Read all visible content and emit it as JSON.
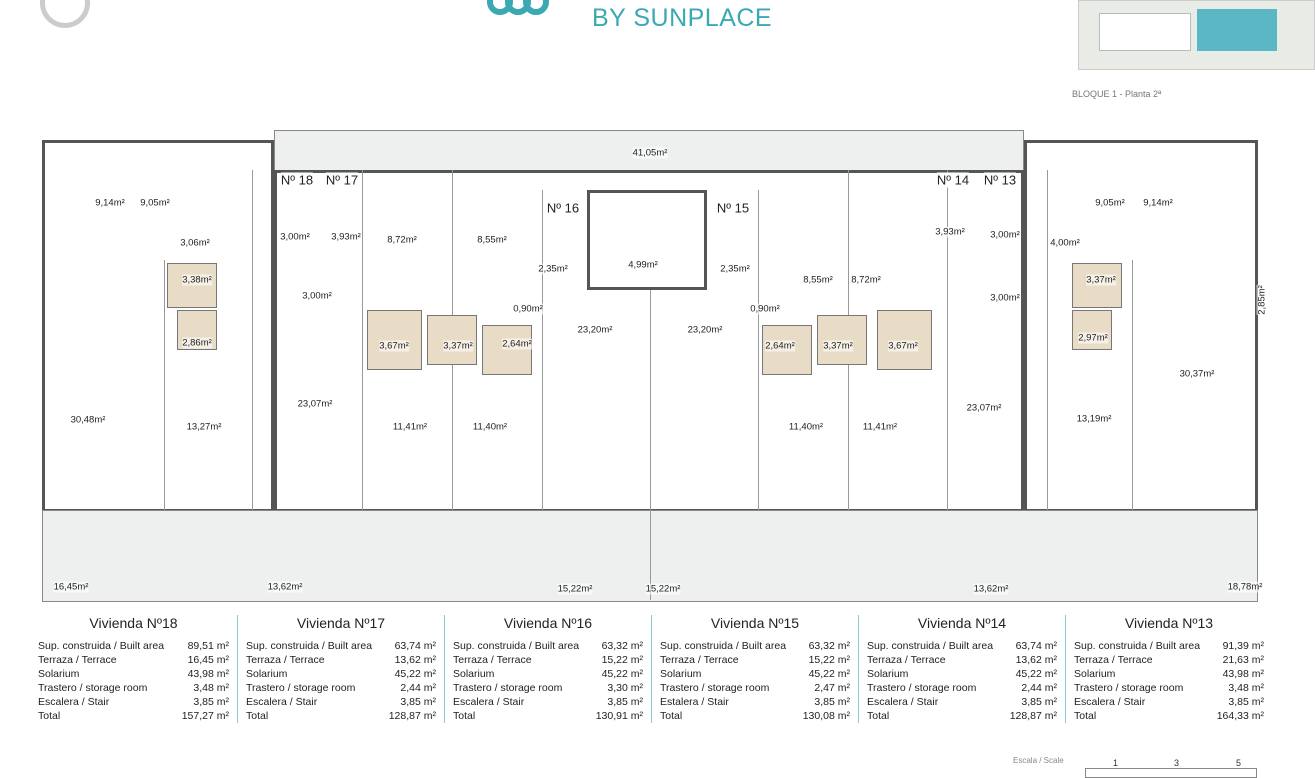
{
  "header": {
    "brand": "BY SUNPLACE",
    "block_label": "BLOQUE 1 - Planta 2ª",
    "accent": "#3aa9b4"
  },
  "plan": {
    "units": [
      "Nº 18",
      "Nº 17",
      "Nº 16",
      "Nº 15",
      "Nº 14",
      "Nº 13"
    ],
    "areas": [
      "41,05m²",
      "9,14m²",
      "9,05m²",
      "3,06m²",
      "3,00m²",
      "3,93m²",
      "8,72m²",
      "8,55m²",
      "2,35m²",
      "4,99m²",
      "2,35m²",
      "8,55m²",
      "8,72m²",
      "3,93m²",
      "3,00m²",
      "4,00m²",
      "9,05m²",
      "9,14m²",
      "3,38m²",
      "3,00m²",
      "0,90m²",
      "23,20m²",
      "23,20m²",
      "0,90m²",
      "3,00m²",
      "3,37m²",
      "2,85m²",
      "2,86m²",
      "3,67m²",
      "3,37m²",
      "2,64m²",
      "2,64m²",
      "3,37m²",
      "3,67m²",
      "2,97m²",
      "23,07m²",
      "23,07m²",
      "30,48m²",
      "30,37m²",
      "13,27m²",
      "11,41m²",
      "11,40m²",
      "11,40m²",
      "11,41m²",
      "13,19m²",
      "16,45m²",
      "13,62m²",
      "15,22m²",
      "15,22m²",
      "13,62m²",
      "18,78m²"
    ]
  },
  "tables": [
    {
      "title": "Vivienda Nº18",
      "rows": [
        [
          "Sup. construida / Built area",
          "89,51 m²"
        ],
        [
          "Terraza / Terrace",
          "16,45 m²"
        ],
        [
          "Solarium",
          "43,98 m²"
        ],
        [
          "Trastero / storage room",
          "3,48 m²"
        ],
        [
          "Escalera / Stair",
          "3,85 m²"
        ],
        [
          "Total",
          "157,27 m²"
        ]
      ]
    },
    {
      "title": "Vivienda Nº17",
      "rows": [
        [
          "Sup. construida / Built area",
          "63,74 m²"
        ],
        [
          "Terraza / Terrace",
          "13,62 m²"
        ],
        [
          "Solarium",
          "45,22 m²"
        ],
        [
          "Trastero / storage room",
          "2,44 m²"
        ],
        [
          "Escalera / Stair",
          "3,85 m²"
        ],
        [
          "Total",
          "128,87 m²"
        ]
      ]
    },
    {
      "title": "Vivienda Nº16",
      "rows": [
        [
          "Sup. construida / Built area",
          "63,32 m²"
        ],
        [
          "Terraza / Terrace",
          "15,22 m²"
        ],
        [
          "Solarium",
          "45,22 m²"
        ],
        [
          "Trastero / storage room",
          "3,30 m²"
        ],
        [
          "Escalera / Stair",
          "3,85 m²"
        ],
        [
          "Total",
          "130,91 m²"
        ]
      ]
    },
    {
      "title": "Vivienda Nº15",
      "rows": [
        [
          "Sup. construida / Built area",
          "63,32 m²"
        ],
        [
          "Terraza / Terrace",
          "15,22 m²"
        ],
        [
          "Solarium",
          "45,22 m²"
        ],
        [
          "Trastero / storage room",
          "2,47 m²"
        ],
        [
          "Estalera / Stair",
          "3,85 m²"
        ],
        [
          "Total",
          "130,08 m²"
        ]
      ]
    },
    {
      "title": "Vivienda Nº14",
      "rows": [
        [
          "Sup. construida / Built area",
          "63,74 m²"
        ],
        [
          "Terraza / Terrace",
          "13,62 m²"
        ],
        [
          "Solarium",
          "45,22 m²"
        ],
        [
          "Trastero / storage room",
          "2,44 m²"
        ],
        [
          "Escalera / Stair",
          "3,85 m²"
        ],
        [
          "Total",
          "128,87 m²"
        ]
      ]
    },
    {
      "title": "Vivienda Nº13",
      "rows": [
        [
          "Sup. construida / Built area",
          "91,39 m²"
        ],
        [
          "Terraza / Terrace",
          "21,63 m²"
        ],
        [
          "Solarium",
          "43,98 m²"
        ],
        [
          "Trastero / storage room",
          "3,48 m²"
        ],
        [
          "Escalera / Stair",
          "3,85 m²"
        ],
        [
          "Total",
          "164,33 m²"
        ]
      ]
    }
  ],
  "scale": {
    "label": "Escala / Scale",
    "ticks": [
      "1",
      "3",
      "5"
    ]
  }
}
